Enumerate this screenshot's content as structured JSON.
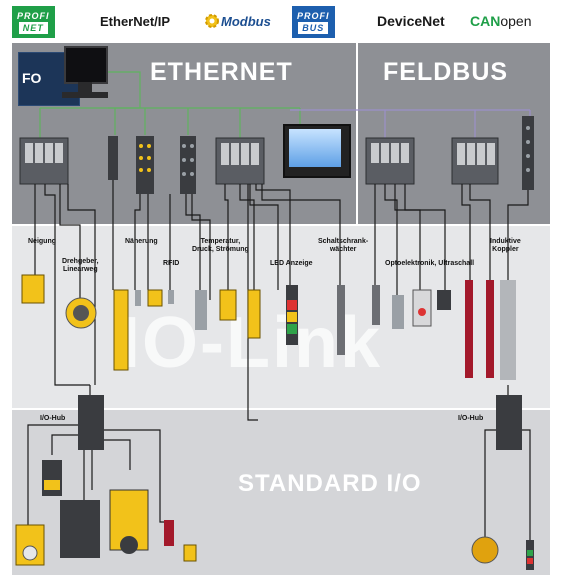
{
  "protocols": {
    "profinet": {
      "line1": "PROFI",
      "line2": "NET"
    },
    "ethernet_ip": "EtherNet/IP",
    "modbus": "Modbus",
    "profibus": {
      "line1": "PROFI",
      "line2": "BUS"
    },
    "devicenet": "DeviceNet",
    "canopen": {
      "can": "CAN",
      "open": "open"
    }
  },
  "sections": {
    "ethernet": "ETHERNET",
    "feldbus": "FELDBUS",
    "watermark": "IO-Link",
    "standard_io": "STANDARD I/O"
  },
  "pc_logo_text": "FO",
  "labels": {
    "neigung": "Neigung",
    "drehgeber": [
      "Drehgeber,",
      "Linearweg"
    ],
    "naeherung": "Näherung",
    "rfid": "RFID",
    "temperatur": [
      "Temperatur,",
      "Druck, Strömung"
    ],
    "led": "LED Anzeige",
    "schaltschrank": [
      "Schaltschrank-",
      "wächter"
    ],
    "opto": "Optoelektronik, Ultraschall",
    "induktive": [
      "Induktive",
      "Koppler"
    ],
    "iohub_left": "I/O-Hub",
    "iohub_right": "I/O-Hub"
  },
  "colors": {
    "network_band": "#8e9095",
    "iolink_band": "#e6e7e9",
    "standard_band": "#d4d5d8",
    "ethernet_line": "#5fb35f",
    "feldbus_line": "#9b8fc9",
    "cable": "#1a1a1a",
    "sensor_yellow": "#f2c21a",
    "profinet_green": "#1f9f48",
    "profibus_blue": "#1d5fae"
  }
}
